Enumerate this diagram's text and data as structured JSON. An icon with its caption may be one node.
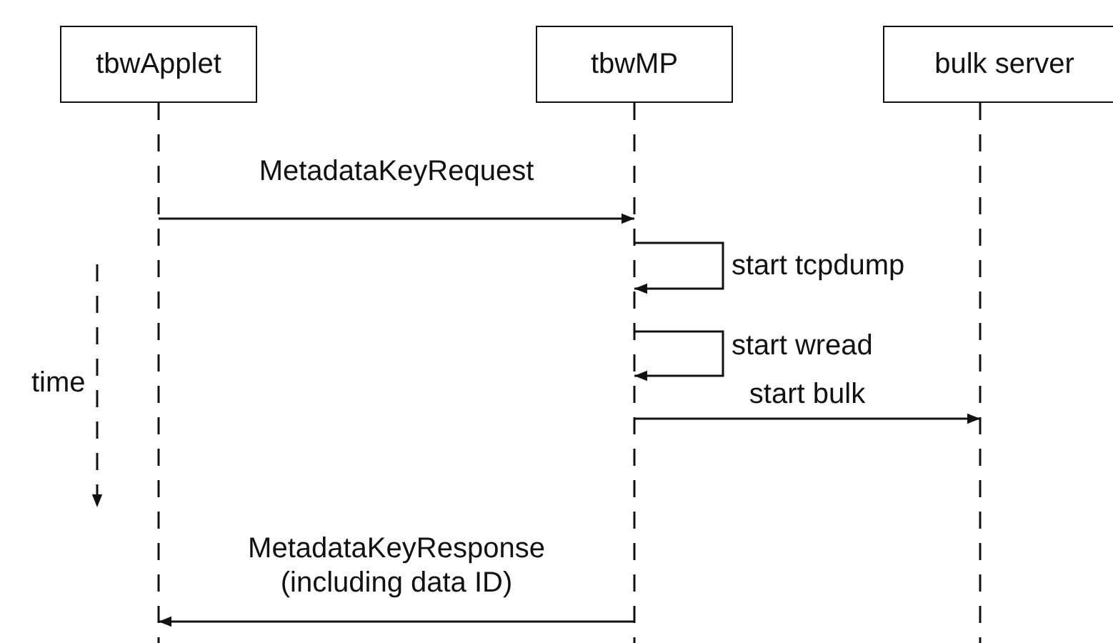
{
  "diagram": {
    "nodes": [
      {
        "text": [
          "tbwApplet"
        ]
      },
      {
        "text": [
          "tbwMP"
        ]
      },
      {
        "text": [
          "bulk server"
        ]
      }
    ],
    "edges": [
      {
        "from": 0,
        "to": 1,
        "arrow": "to",
        "label": "MetadataKeyRequest"
      },
      {
        "from": 1,
        "to": 1,
        "arrow": "to",
        "label": "start tcpdump"
      },
      {
        "from": 1,
        "to": 1,
        "arrow": "to",
        "label": "start wread"
      },
      {
        "from": 1,
        "to": 2,
        "arrow": "to",
        "label": "start bulk"
      },
      {
        "from": 1,
        "to": 0,
        "arrow": "to",
        "label": "MetadataKeyResponse (including data ID)"
      }
    ],
    "labels": [
      "time"
    ]
  }
}
